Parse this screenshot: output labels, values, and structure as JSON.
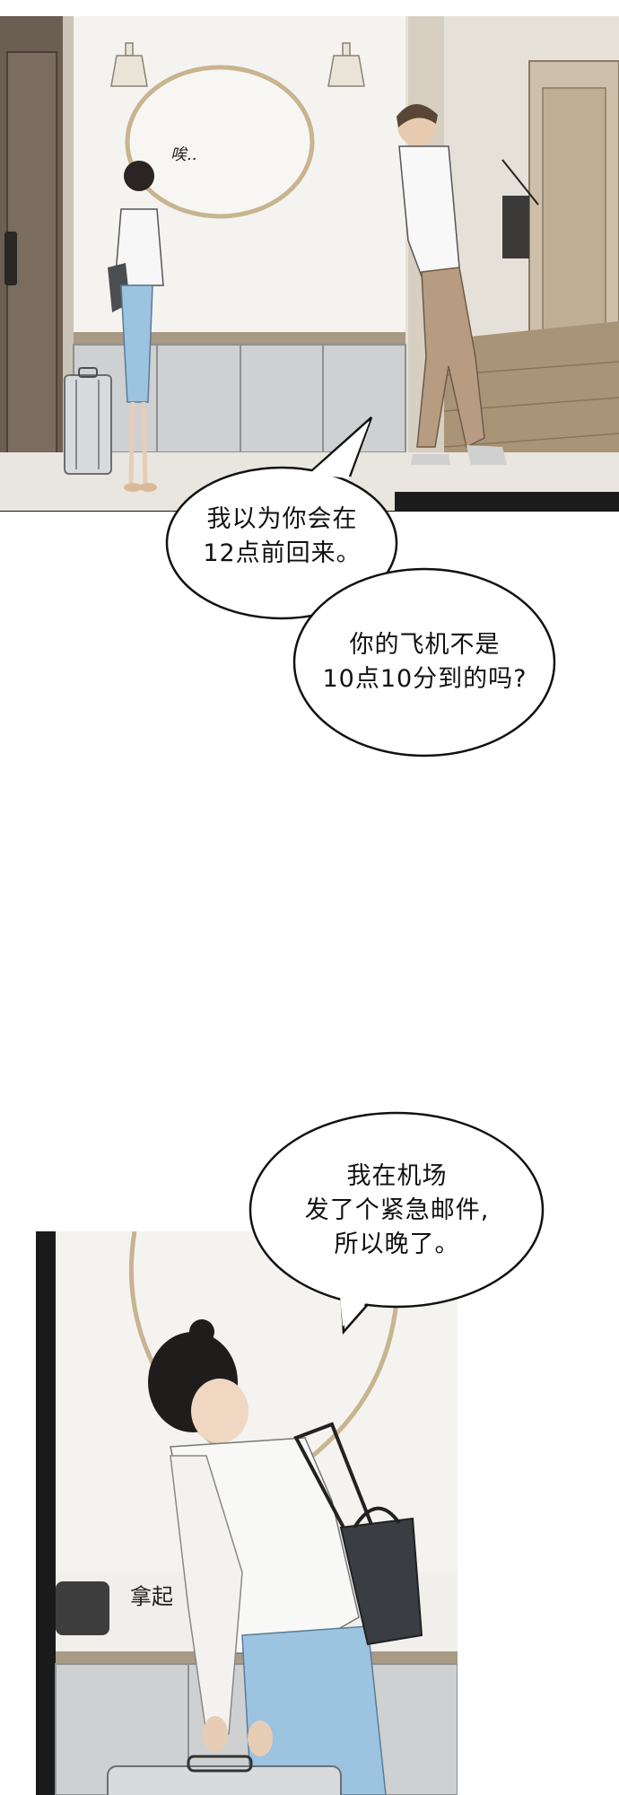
{
  "panel1": {
    "sfx": "唉.."
  },
  "bubbles": {
    "b1": "我以为你会在\n12点前回来。",
    "b2": "你的飞机不是\n10点10分到的吗?",
    "b3": "我在机场\n发了个紧急邮件,\n所以晚了。"
  },
  "panel2": {
    "sfx": "拿起"
  }
}
